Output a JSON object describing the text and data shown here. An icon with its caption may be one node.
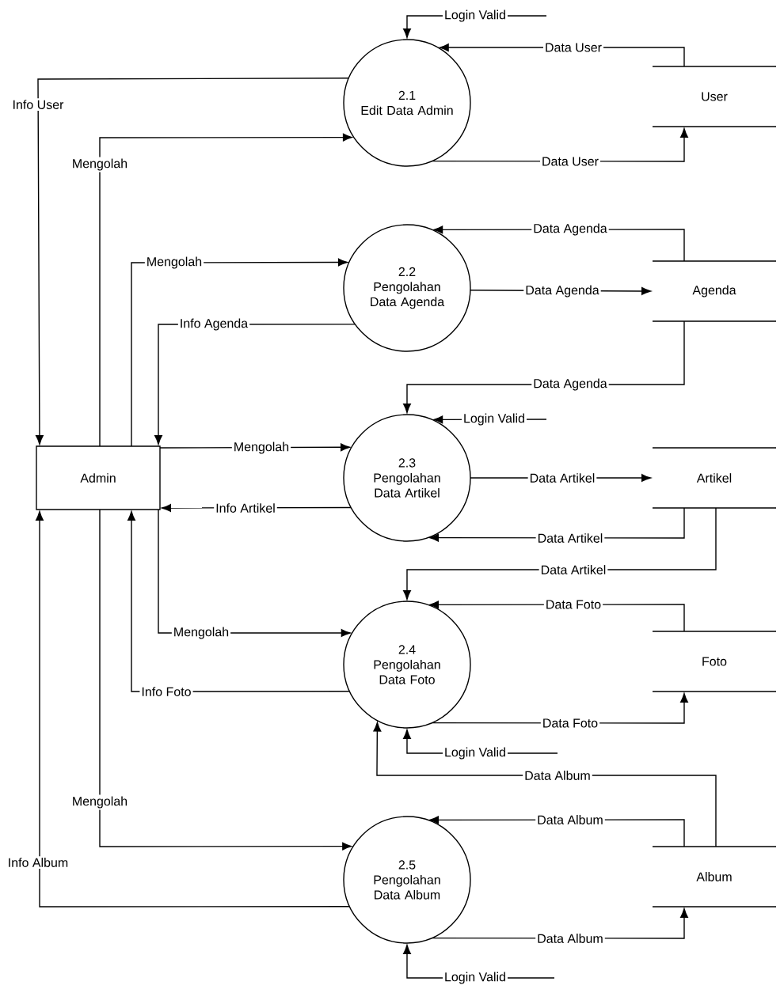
{
  "diagram": {
    "nodes": [
      {
        "text": [
          "Admin"
        ]
      },
      {
        "text": [
          "2.1",
          "Edit Data Admin"
        ]
      },
      {
        "text": [
          "2.2",
          "Pengolahan Data Agenda"
        ]
      },
      {
        "text": [
          "2.3",
          "Pengolahan Data Artikel"
        ]
      },
      {
        "text": [
          "2.4",
          "Pengolahan Data Foto"
        ]
      },
      {
        "text": [
          "2.5",
          "Pengolahan Data Album"
        ]
      },
      {
        "text": [
          "User"
        ]
      },
      {
        "text": [
          "Agenda"
        ]
      },
      {
        "text": [
          "Artikel"
        ]
      },
      {
        "text": [
          "Foto"
        ]
      },
      {
        "text": [
          "Album"
        ]
      }
    ],
    "edges": [
      {
        "from": null,
        "to": 1,
        "arrow": "to",
        "label": "Login Valid"
      },
      {
        "from": 6,
        "to": 1,
        "arrow": "to",
        "label": "Data User"
      },
      {
        "from": 1,
        "to": 6,
        "arrow": "to",
        "label": "Data User"
      },
      {
        "from": 1,
        "to": 0,
        "arrow": "to",
        "label": "Info User"
      },
      {
        "from": 0,
        "to": 1,
        "arrow": "to",
        "label": "Mengolah"
      },
      {
        "from": 0,
        "to": 2,
        "arrow": "to",
        "label": "Mengolah"
      },
      {
        "from": 2,
        "to": 0,
        "arrow": "to",
        "label": "Info Agenda"
      },
      {
        "from": 7,
        "to": 2,
        "arrow": "to",
        "label": "Data Agenda"
      },
      {
        "from": 2,
        "to": 7,
        "arrow": "to",
        "label": "Data Agenda"
      },
      {
        "from": 7,
        "to": 3,
        "arrow": "to",
        "label": "Data Agenda"
      },
      {
        "from": null,
        "to": 3,
        "arrow": "to",
        "label": "Login Valid"
      },
      {
        "from": 0,
        "to": 3,
        "arrow": "to",
        "label": "Mengolah"
      },
      {
        "from": 3,
        "to": 0,
        "arrow": "to",
        "label": "Info Artikel"
      },
      {
        "from": 3,
        "to": 8,
        "arrow": "to",
        "label": "Data Artikel"
      },
      {
        "from": 8,
        "to": 3,
        "arrow": "to",
        "label": "Data Artikel"
      },
      {
        "from": 8,
        "to": 4,
        "arrow": "to",
        "label": "Data Artikel"
      },
      {
        "from": 9,
        "to": 4,
        "arrow": "to",
        "label": "Data Foto"
      },
      {
        "from": 0,
        "to": 4,
        "arrow": "to",
        "label": "Mengolah"
      },
      {
        "from": 4,
        "to": 0,
        "arrow": "to",
        "label": "Info Foto"
      },
      {
        "from": 4,
        "to": 9,
        "arrow": "to",
        "label": "Data Foto"
      },
      {
        "from": null,
        "to": 4,
        "arrow": "to",
        "label": "Login Valid"
      },
      {
        "from": 10,
        "to": 4,
        "arrow": "to",
        "label": "Data Album"
      },
      {
        "from": 10,
        "to": 5,
        "arrow": "to",
        "label": "Data Album"
      },
      {
        "from": 0,
        "to": 5,
        "arrow": "to",
        "label": "Mengolah"
      },
      {
        "from": 5,
        "to": 0,
        "arrow": "to",
        "label": "Info Album"
      },
      {
        "from": 5,
        "to": 10,
        "arrow": "to",
        "label": "Data Album"
      },
      {
        "from": null,
        "to": 5,
        "arrow": "to",
        "label": "Login Valid"
      }
    ]
  }
}
